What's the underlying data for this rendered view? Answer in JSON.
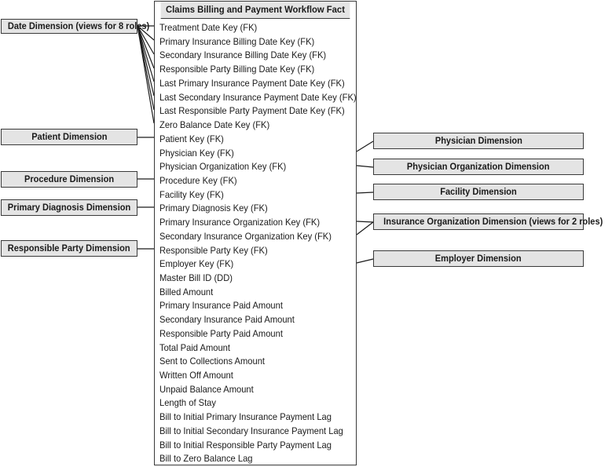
{
  "fact": {
    "title": "Claims Billing and Payment Workflow Fact",
    "rows": [
      "Treatment Date Key (FK)",
      "Primary Insurance Billing Date Key (FK)",
      "Secondary Insurance Billing Date Key (FK)",
      "Responsible Party Billing Date Key (FK)",
      "Last Primary Insurance Payment Date Key (FK)",
      "Last Secondary Insurance Payment Date Key (FK)",
      "Last Responsible Party Payment Date Key (FK)",
      "Zero Balance Date Key (FK)",
      "Patient Key (FK)",
      "Physician Key (FK)",
      "Physician Organization Key (FK)",
      "Procedure Key (FK)",
      "Facility Key (FK)",
      "Primary Diagnosis Key (FK)",
      "Primary Insurance Organization Key (FK)",
      "Secondary Insurance Organization Key (FK)",
      "Responsible Party Key (FK)",
      "Employer Key (FK)",
      "Master Bill ID (DD)",
      "Billed Amount",
      "Primary Insurance Paid Amount",
      "Secondary Insurance Paid Amount",
      "Responsible Party Paid Amount",
      "Total Paid Amount",
      "Sent to Collections Amount",
      "Written Off Amount",
      "Unpaid Balance Amount",
      "Length of Stay",
      "Bill to Initial Primary Insurance Payment Lag",
      "Bill to Initial Secondary Insurance Payment Lag",
      "Bill to Initial Responsible Party Payment Lag",
      "Bill to Zero Balance Lag"
    ]
  },
  "dimensions": {
    "date": "Date Dimension (views for 8 roles)",
    "patient": "Patient Dimension",
    "procedure": "Procedure Dimension",
    "primary_diagnosis": "Primary Diagnosis Dimension",
    "responsible_party": "Responsible Party Dimension",
    "physician": "Physician Dimension",
    "physician_organization": "Physician Organization Dimension",
    "facility": "Facility Dimension",
    "insurance_organization": "Insurance Organization Dimension (views for 2 roles)",
    "employer": "Employer Dimension"
  },
  "colors": {
    "box_fill": "#e4e4e4",
    "border": "#3a3a3a",
    "text": "#1a1a1a"
  }
}
